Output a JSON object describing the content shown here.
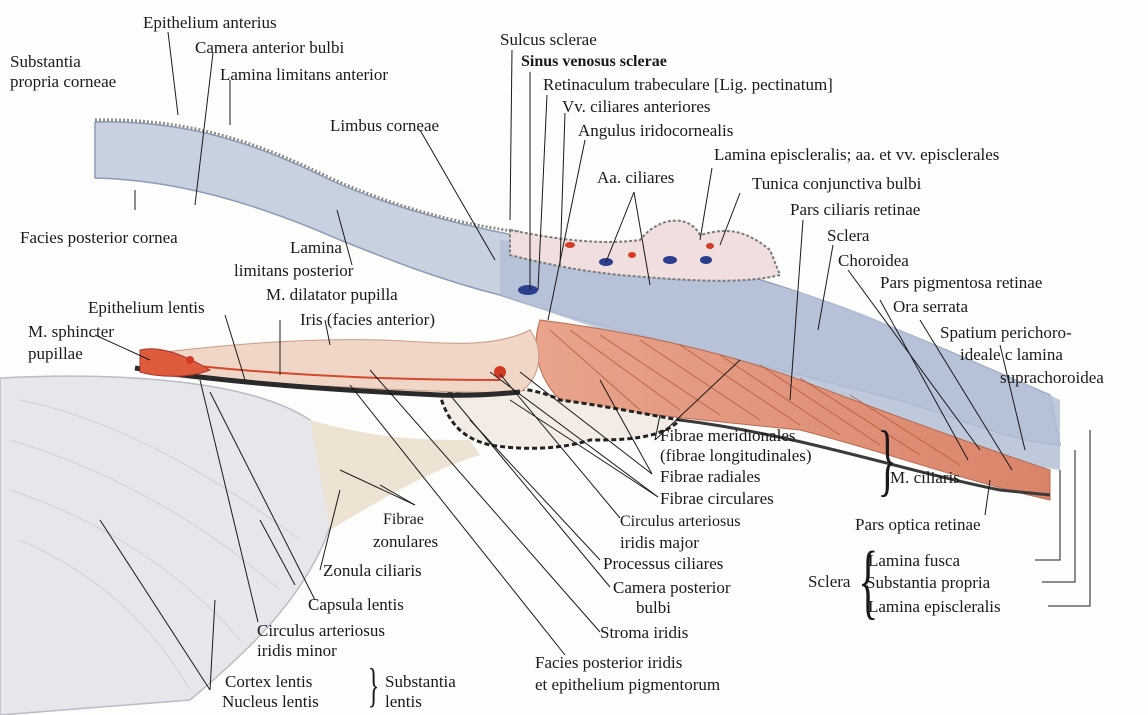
{
  "labels": {
    "substantia_propria_corneae_1": "Substantia",
    "substantia_propria_corneae_2": "propria corneae",
    "epithelium_anterius": "Epithelium anterius",
    "camera_anterior_bulbi": "Camera anterior bulbi",
    "lamina_limitans_anterior": "Lamina limitans anterior",
    "facies_posterior_cornea": "Facies posterior cornea",
    "limbus_corneae": "Limbus corneae",
    "lamina_limitans_posterior_1": "Lamina",
    "lamina_limitans_posterior_2": "limitans posterior",
    "sulcus_sclerae": "Sulcus sclerae",
    "sinus_venosus_sclerae": "Sinus venosus sclerae",
    "retinaculum_trabeculare": "Retinaculum trabeculare [Lig. pectinatum]",
    "vv_ciliares_anteriores": "Vv. ciliares anteriores",
    "angulus_iridocornealis": "Angulus iridocornealis",
    "lamina_episcleralis_vessels": "Lamina episcleralis; aa. et vv. episclerales",
    "aa_ciliares": "Aa. ciliares",
    "tunica_conjunctiva_bulbi": "Tunica conjunctiva bulbi",
    "pars_ciliaris_retinae": "Pars ciliaris retinae",
    "sclera_top": "Sclera",
    "choroidea": "Choroidea",
    "pars_pigmentosa_retinae": "Pars pigmentosa retinae",
    "ora_serrata": "Ora serrata",
    "spatium_1": "Spatium perichoro-",
    "spatium_2": "ideale c lamina",
    "spatium_3": "suprachoroidea",
    "epithelium_lentis": "Epithelium lentis",
    "m_dilatator_pupilla": "M. dilatator pupilla",
    "iris_facies_anterior": "Iris (facies anterior)",
    "m_sphincter_1": "M. sphincter",
    "m_sphincter_2": "pupillae",
    "fibrae_meridionales_1": "Fibrae meridionales",
    "fibrae_meridionales_2": "(fibrae longitudinales)",
    "fibrae_radiales": "Fibrae radiales",
    "fibrae_circulares": "Fibrae circulares",
    "m_ciliaris": "M. ciliaris",
    "circulus_major_1": "Circulus arteriosus",
    "circulus_major_2": "iridis major",
    "pars_optica_retinae": "Pars optica retinae",
    "fibrae_zonulares_1": "Fibrae",
    "fibrae_zonulares_2": "zonulares",
    "zonula_ciliaris": "Zonula ciliaris",
    "processus_ciliares": "Processus ciliares",
    "camera_posterior_1": "Camera posterior",
    "camera_posterior_2": "bulbi",
    "capsula_lentis": "Capsula lentis",
    "circulus_minor_1": "Circulus arteriosus",
    "circulus_minor_2": "iridis minor",
    "stroma_iridis": "Stroma iridis",
    "sclera_bottom": "Sclera",
    "lamina_fusca": "Lamina fusca",
    "substantia_propria": "Substantia propria",
    "lamina_episcleralis": "Lamina episcleralis",
    "facies_posterior_iridis_1": "Facies posterior iridis",
    "facies_posterior_iridis_2": "et epithelium pigmentorum",
    "cortex_lentis": "Cortex lentis",
    "nucleus_lentis": "Nucleus lentis",
    "substantia_lentis_1": "Substantia",
    "substantia_lentis_2": "lentis"
  },
  "colors": {
    "cornea": "#c9d3e2",
    "sclera": "#b7c3d9",
    "muscle": "#d98b72",
    "pigment": "#2b2b2b",
    "stroma": "#efd9c9",
    "lens": "#e3e5ea",
    "vessel_red": "#d23a22",
    "vessel_blue": "#2c3f8e"
  }
}
